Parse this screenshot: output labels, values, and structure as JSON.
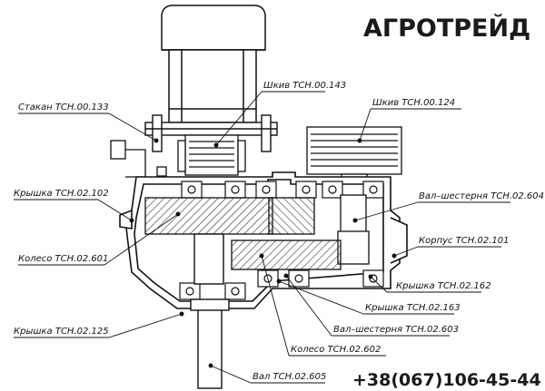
{
  "brand": {
    "name": "АГРОТРЕЙД",
    "phone": "+38(067)106-45-44"
  },
  "labels": {
    "stakan": "Стакан  ТСН.00.133",
    "shkiv_143": "Шкив  ТСН.00.143",
    "shkiv_124": "Шкив  ТСН.00.124",
    "kryshka_102": "Крышка  ТСН.02.102",
    "val_shesternya_604": "Вал–шестерня  ТСН.02.604",
    "koleso_601": "Колесо  ТСН.02.601",
    "korpus_101": "Корпус  ТСН.02.101",
    "kryshka_162": "Крышка  ТСН.02.162",
    "kryshka_163": "Крышка  ТСН.02.163",
    "val_shesternya_603": "Вал–шестерня  ТСН.02.603",
    "kryshka_125": "Крышка  ТСН.02.125",
    "koleso_602": "Колесо  ТСН.02.602",
    "val_605": "Вал  ТСН.02.605"
  },
  "colors": {
    "line": "#111111",
    "background": "#ffffff",
    "hatch": "#333333"
  }
}
